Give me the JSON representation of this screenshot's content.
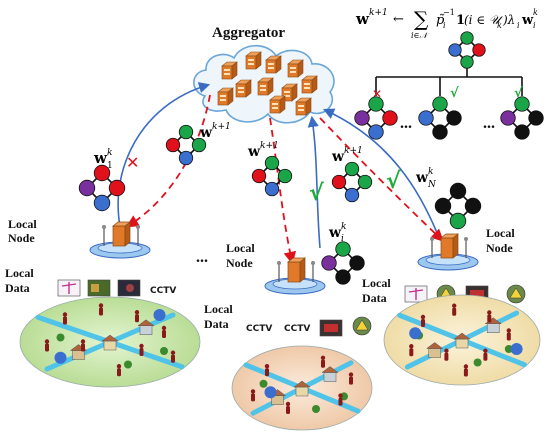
{
  "labels": {
    "aggregator": "Aggregator",
    "local_node": "Local Node",
    "local": "Local",
    "node": "Node",
    "data": "Data",
    "dots": "..."
  },
  "formula": {
    "lhs": "w",
    "lhs_sup": "k+1",
    "arrow": "←",
    "sum": "∑",
    "sum_sub": "i∈𝒩",
    "term": "p̃",
    "term_sub": "i",
    "term_sup": "−1",
    "indicator": "1",
    "cond": "(i ∈ 𝒰",
    "cond_sub": "k",
    "cond_end": ")λ",
    "lambda_sub": "i",
    "w": "w",
    "w_sub": "i",
    "w_sup": "k"
  },
  "weights": {
    "w": "w",
    "k": "k",
    "k1": "k+1",
    "sub_1": "1",
    "sub_i": "i",
    "sub_N": "N"
  },
  "marks": {
    "reject": "✕",
    "accept": "√"
  },
  "cctv_text": "CCTV",
  "colors": {
    "red": "#e0111b",
    "green": "#1aa548",
    "blue": "#3a6fd0",
    "purple": "#7a2f9e",
    "black": "#111111",
    "arrow_blue": "#3a6cc2",
    "arrow_red": "#e0111b",
    "check_green": "#1faa3a",
    "zone_green": "#cfe9b5",
    "zone_peach": "#f5dcc4",
    "zone_yellow": "#f6e9c4",
    "road": "#4fc3e8"
  }
}
